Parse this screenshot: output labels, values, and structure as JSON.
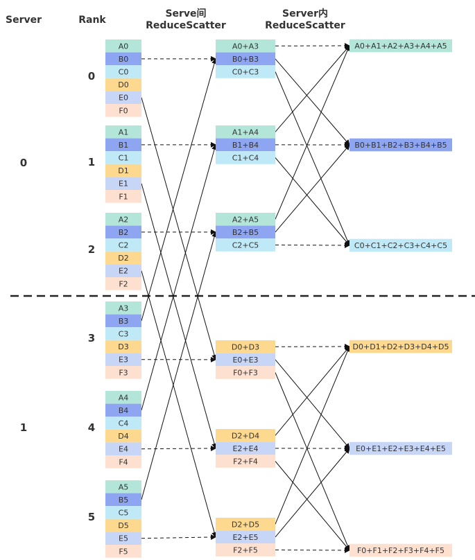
{
  "headers": {
    "server": "Server",
    "rank": "Rank",
    "inter_line1": "Serve间",
    "inter_line2": "ReduceScatter",
    "intra_line1": "Server内",
    "intra_line2": "ReduceScatter"
  },
  "server_labels": [
    "0",
    "1"
  ],
  "rank_labels": [
    "0",
    "1",
    "2",
    "3",
    "4",
    "5"
  ],
  "colors": {
    "A": "#b3e6d9",
    "B": "#8ea5f2",
    "C": "#bfe9f7",
    "D": "#fdd88f",
    "E": "#c7d5f7",
    "F": "#fde0cf"
  },
  "rank_blocks": [
    [
      "A0",
      "B0",
      "C0",
      "D0",
      "E0",
      "F0"
    ],
    [
      "A1",
      "B1",
      "C1",
      "D1",
      "E1",
      "F1"
    ],
    [
      "A2",
      "B2",
      "C2",
      "D2",
      "E2",
      "F2"
    ],
    [
      "A3",
      "B3",
      "C3",
      "D3",
      "E3",
      "F3"
    ],
    [
      "A4",
      "B4",
      "C4",
      "D4",
      "E4",
      "F4"
    ],
    [
      "A5",
      "B5",
      "C5",
      "D5",
      "E5",
      "F5"
    ]
  ],
  "inter_results": [
    [
      "A0+A3",
      "B0+B3",
      "C0+C3"
    ],
    [
      "A1+A4",
      "B1+B4",
      "C1+C4"
    ],
    [
      "A2+A5",
      "B2+B5",
      "C2+C5"
    ],
    [
      "D0+D3",
      "E0+E3",
      "F0+F3"
    ],
    [
      "D2+D4",
      "E2+E4",
      "F2+F4"
    ],
    [
      "D2+D5",
      "E2+E5",
      "F2+F5"
    ]
  ],
  "intra_results": [
    "A0+A1+A2+A3+A4+A5",
    "B0+B1+B2+B3+B4+B5",
    "C0+C1+C2+C3+C4+C5",
    "D0+D1+D2+D3+D4+D5",
    "E0+E1+E2+E3+E4+E5",
    "F0+F1+F2+F3+F4+F5"
  ]
}
